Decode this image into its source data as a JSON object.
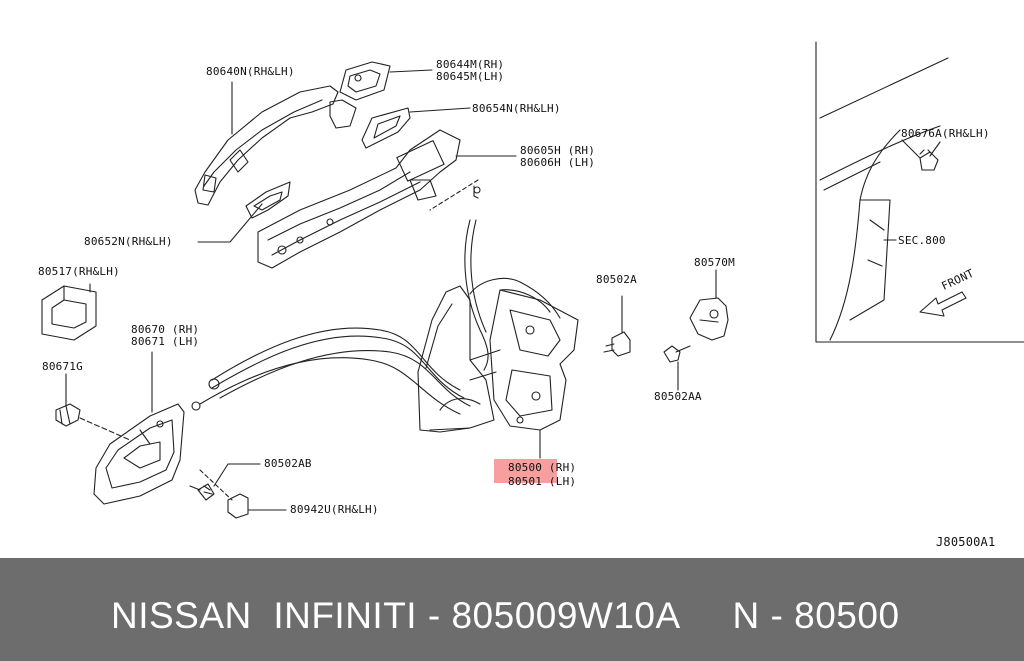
{
  "callouts": {
    "c80640n": "80640N(RH&LH)",
    "c80644m": "80644M(RH)",
    "c80645m": "80645M(LH)",
    "c80654n": "80654N(RH&LH)",
    "c80605h": "80605H (RH)",
    "c80606h": "80606H (LH)",
    "c80652n": "80652N(RH&LH)",
    "c80517": "80517(RH&LH)",
    "c80670": "80670 (RH)",
    "c80671": "80671 (LH)",
    "c80671g": "80671G",
    "c80502ab": "80502AB",
    "c80942u": "80942U(RH&LH)",
    "c80502a": "80502A",
    "c80570m": "80570M",
    "c80502aa": "80502AA",
    "c80500": "80500 (RH)",
    "c80501": "80501 (LH)",
    "c80676a": "80676A(RH&LH)",
    "csec800": "SEC.800",
    "cfront": "FRONT",
    "diagram_code": "J80500A1"
  },
  "highlight_color": "#f05050",
  "caption": {
    "text": "NISSAN  INFINITI - 805009W10A     N - 80500"
  }
}
